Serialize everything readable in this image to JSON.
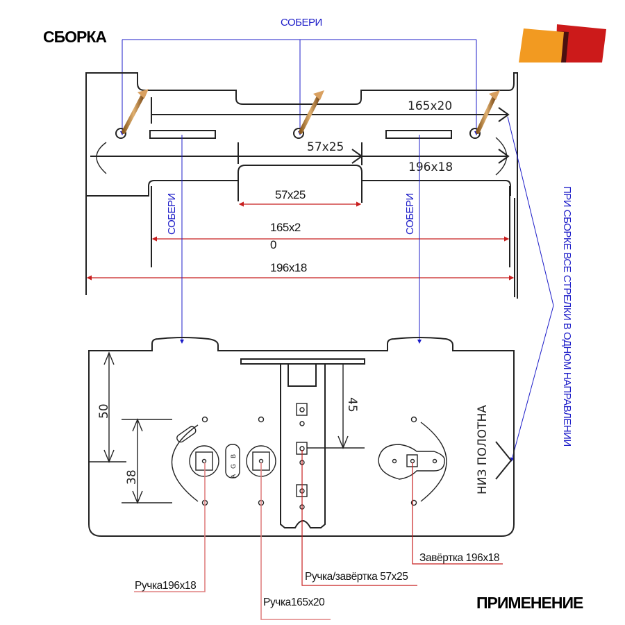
{
  "headings": {
    "assembly": "СБОРКА",
    "application": "ПРИМЕНЕНИЕ"
  },
  "logo": {
    "colors": {
      "orange": "#f29a21",
      "red": "#cc1a1a",
      "dark": "#4a1010"
    }
  },
  "instructions": {
    "assemble_top": "СОБЕРИ",
    "assemble_left": "СОБЕРИ",
    "assemble_right": "СОБЕРИ",
    "arrows_note": "ПРИ СБОРКЕ ВСЕ СТРЕЛКИ В ОДНОМ НАПРАВЛЕНИИ"
  },
  "template_top": {
    "labels": {
      "guide_165x20": "165x20",
      "guide_57x25": "57x25",
      "guide_196x18": "196x18"
    }
  },
  "template_side": {
    "labels": {
      "dim_57x25": "57x25",
      "dim_165x20_line1": "165x2",
      "dim_165x20_line2": "0",
      "dim_196x18": "196x18"
    }
  },
  "template_bottom": {
    "dimensions": {
      "dim_50": "50",
      "dim_38": "38",
      "dim_45": "45"
    },
    "badge_letters": [
      "A",
      "G",
      "B"
    ],
    "bottom_edge_label": "НИЗ ПОЛОТНА"
  },
  "callouts": [
    {
      "label": "Ручка196x18"
    },
    {
      "label": "Ручка165x20"
    },
    {
      "label": "Ручка/завёртка 57x25"
    },
    {
      "label": "Завёртка 196x18"
    }
  ],
  "colors": {
    "line": "#222222",
    "blue": "#1c1cc8",
    "red": "#c81e1e"
  }
}
